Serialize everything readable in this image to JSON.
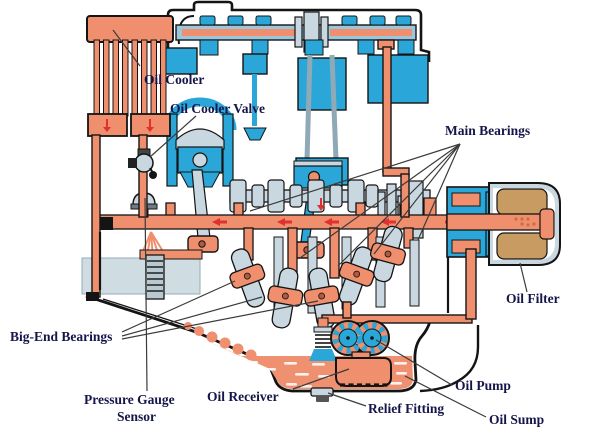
{
  "labels": {
    "oil_cooler": "Oil Cooler",
    "oil_cooler_valve": "Oil Cooler Valve",
    "main_bearings": "Main Bearings",
    "oil_filter": "Oil Filter",
    "big_end_bearings": "Big-End Bearings",
    "pressure_gauge_line1": "Pressure Gauge",
    "pressure_gauge_line2": "Sensor",
    "oil_receiver": "Oil Receiver",
    "oil_pump": "Oil Pump",
    "relief_fitting": "Relief Fitting",
    "oil_sump": "Oil Sump"
  },
  "colors": {
    "oil_pipe_salmon": "#ef8f6e",
    "oil_fill": "#ef9070",
    "coolant_blue": "#2aa7d8",
    "metal_gray": "#c9d8e0",
    "filter_element_tan": "#c79b61",
    "outline_black": "#141414",
    "label_text_navy": "#15154a",
    "arrow_red": "#e03030"
  }
}
